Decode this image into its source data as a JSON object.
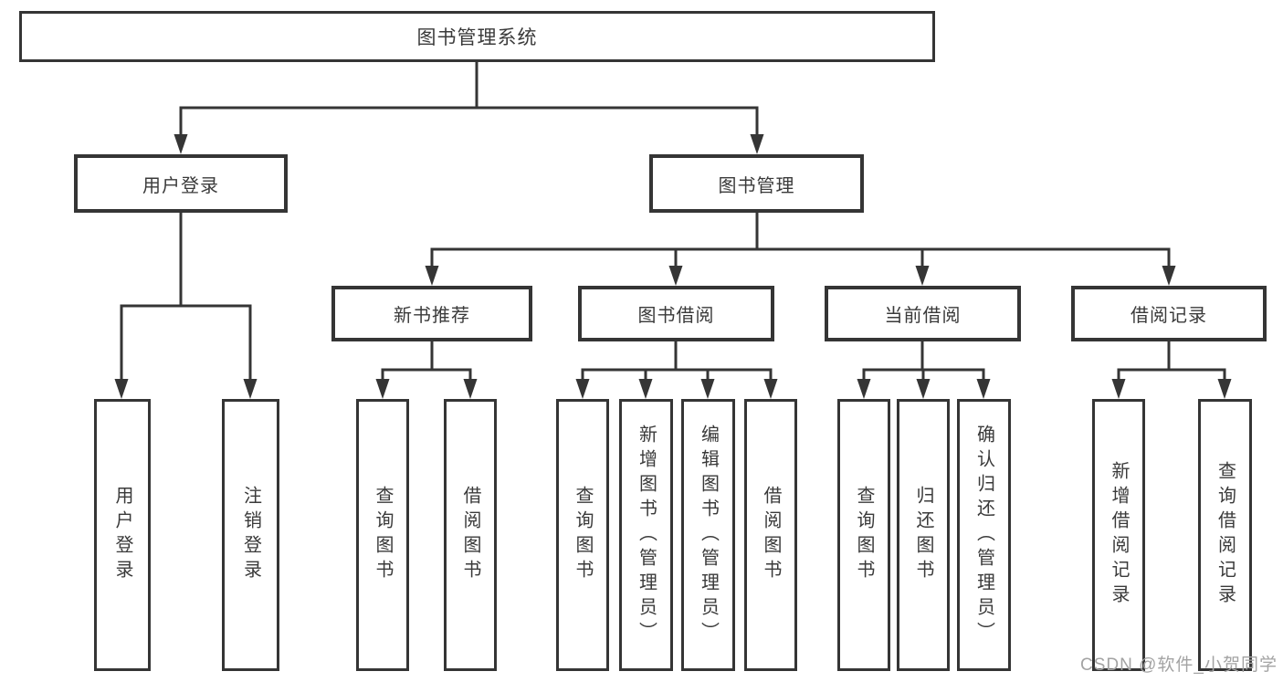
{
  "nodes": {
    "root": "图书管理系统",
    "user_login": "用户登录",
    "book_mgmt": "图书管理",
    "new_books": "新书推荐",
    "book_borrow": "图书借阅",
    "current_borrow": "当前借阅",
    "borrow_records": "借阅记录",
    "leaves": {
      "login": [
        "用户登录",
        "注销登录"
      ],
      "new_books": [
        "查询图书",
        "借阅图书"
      ],
      "book_borrow": [
        "查询图书",
        "新增图书（管理员）",
        "编辑图书（管理员）",
        "借阅图书"
      ],
      "current_borrow": [
        "查询图书",
        "归还图书",
        "确认归还（管理员）"
      ],
      "borrow_records": [
        "新增借阅记录",
        "查询借阅记录"
      ]
    }
  },
  "watermark": "CSDN @软件_小贺同学",
  "colors": {
    "line": "#353535",
    "text": "#3a3a3a",
    "watermark": "#a3a3a3"
  }
}
